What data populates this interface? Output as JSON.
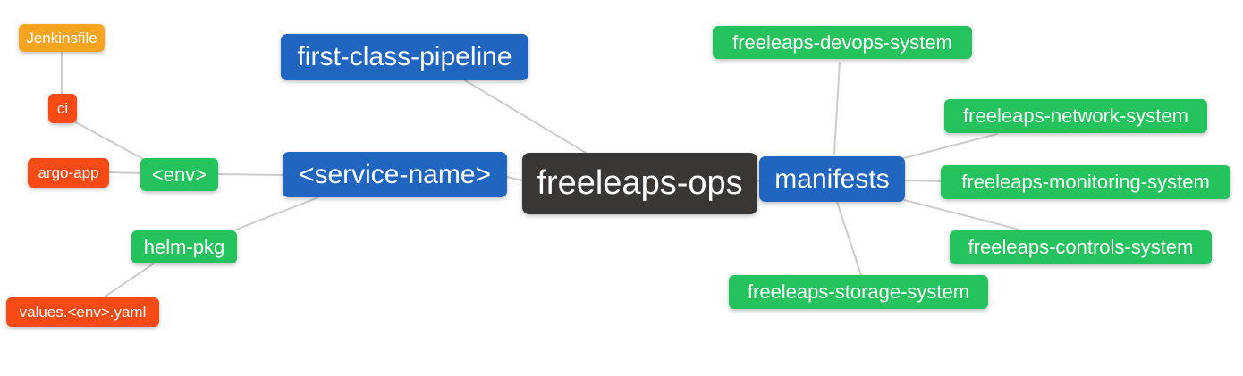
{
  "diagram": {
    "type": "mindmap",
    "root_label": "freeleaps-ops",
    "palette": {
      "root_bg": "#3A3634",
      "branch_bg": "#2065C0",
      "section_bg": "#24C35D",
      "leaf_bg": "#F84A15",
      "file_bg": "#F7A521",
      "text": "#FFFFFF",
      "edge": "#CCCCCC",
      "background": "#FFFFFF"
    },
    "nodes": {
      "freeleaps_ops": {
        "label": "freeleaps-ops"
      },
      "first_class_pipeline": {
        "label": "first-class-pipeline"
      },
      "service_name": {
        "label": "<service-name>"
      },
      "manifests": {
        "label": "manifests"
      },
      "env": {
        "label": "<env>"
      },
      "helm_pkg": {
        "label": "helm-pkg"
      },
      "ci": {
        "label": "ci"
      },
      "argo_app": {
        "label": "argo-app"
      },
      "jenkinsfile": {
        "label": "Jenkinsfile"
      },
      "values_env_yaml": {
        "label": "values.<env>.yaml"
      },
      "devops_system": {
        "label": "freeleaps-devops-system"
      },
      "network_system": {
        "label": "freeleaps-network-system"
      },
      "monitoring_system": {
        "label": "freeleaps-monitoring-system"
      },
      "controls_system": {
        "label": "freeleaps-controls-system"
      },
      "storage_system": {
        "label": "freeleaps-storage-system"
      }
    },
    "edges": [
      {
        "from": "jenkinsfile",
        "to": "ci"
      },
      {
        "from": "ci",
        "to": "env"
      },
      {
        "from": "argo_app",
        "to": "env"
      },
      {
        "from": "env",
        "to": "service_name"
      },
      {
        "from": "helm_pkg",
        "to": "service_name"
      },
      {
        "from": "values_env_yaml",
        "to": "helm_pkg"
      },
      {
        "from": "first_class_pipeline",
        "to": "freeleaps_ops"
      },
      {
        "from": "service_name",
        "to": "freeleaps_ops"
      },
      {
        "from": "freeleaps_ops",
        "to": "manifests"
      },
      {
        "from": "manifests",
        "to": "devops_system"
      },
      {
        "from": "manifests",
        "to": "network_system"
      },
      {
        "from": "manifests",
        "to": "monitoring_system"
      },
      {
        "from": "manifests",
        "to": "controls_system"
      },
      {
        "from": "manifests",
        "to": "storage_system"
      }
    ]
  }
}
